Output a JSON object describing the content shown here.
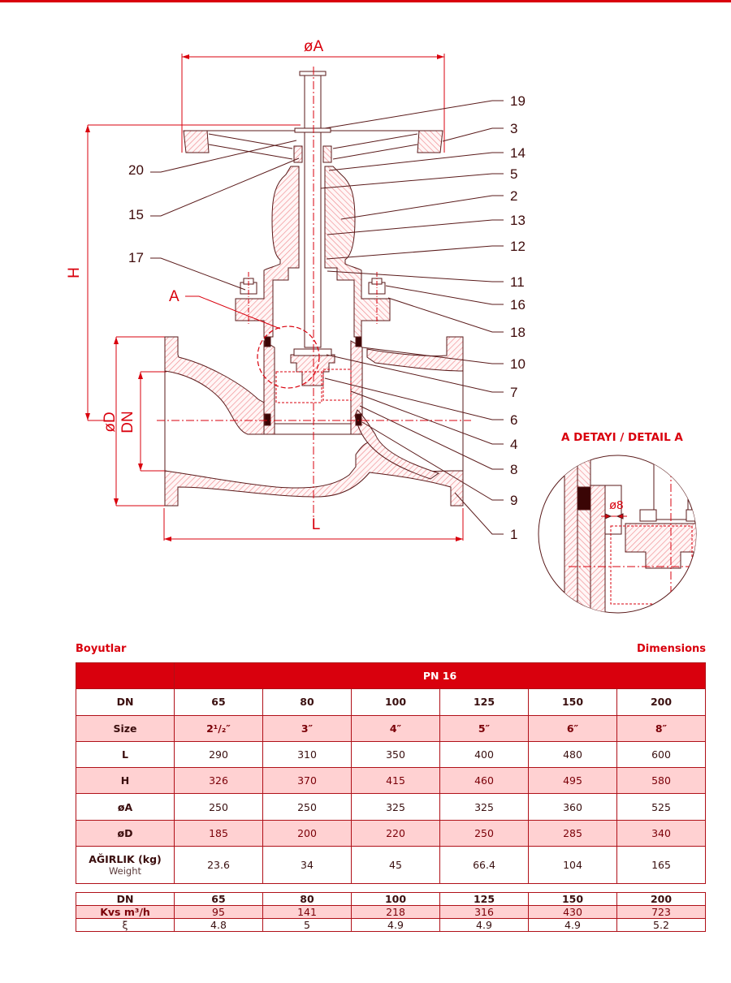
{
  "drawing": {
    "dimension_labels": {
      "handwheel_diameter": "øA",
      "height": "H",
      "flange_diameter": "øD",
      "nominal_diameter": "DN",
      "length": "L",
      "detail_marker": "A"
    },
    "callouts_left": [
      "20",
      "15",
      "17"
    ],
    "callouts_right": [
      "19",
      "3",
      "14",
      "5",
      "2",
      "13",
      "12",
      "11",
      "16",
      "18",
      "10",
      "7",
      "6",
      "4",
      "8",
      "9",
      "1"
    ],
    "detail": {
      "title": "A DETAYI / DETAIL A",
      "dimension": "ø8"
    },
    "colors": {
      "accent": "#d9000d",
      "line": "#5a1a1a",
      "hatch": "#f08a8e",
      "seal": "#3a0505"
    }
  },
  "section": {
    "left_title": "Boyutlar",
    "right_title": "Dimensions"
  },
  "dimensions_table": {
    "pressure_class": "PN 16",
    "rows": [
      {
        "label": "DN",
        "values": [
          "65",
          "80",
          "100",
          "125",
          "150",
          "200"
        ]
      },
      {
        "label": "Size",
        "values": [
          "2¹/₂″",
          "3″",
          "4″",
          "5″",
          "6″",
          "8″"
        ]
      },
      {
        "label": "L",
        "values": [
          "290",
          "310",
          "350",
          "400",
          "480",
          "600"
        ]
      },
      {
        "label": "H",
        "values": [
          "326",
          "370",
          "415",
          "460",
          "495",
          "580"
        ]
      },
      {
        "label": "øA",
        "values": [
          "250",
          "250",
          "325",
          "325",
          "360",
          "525"
        ]
      },
      {
        "label": "øD",
        "values": [
          "185",
          "200",
          "220",
          "250",
          "285",
          "340"
        ]
      },
      {
        "label": "AĞIRLIK (kg)",
        "sublabel": "Weight",
        "values": [
          "23.6",
          "34",
          "45",
          "66.4",
          "104",
          "165"
        ]
      }
    ]
  },
  "flow_table": {
    "rows": [
      {
        "label": "DN",
        "values": [
          "65",
          "80",
          "100",
          "125",
          "150",
          "200"
        ]
      },
      {
        "label": "Kvs m³/h",
        "values": [
          "95",
          "141",
          "218",
          "316",
          "430",
          "723"
        ]
      },
      {
        "label": "ξ",
        "values": [
          "4.8",
          "5",
          "4.9",
          "4.9",
          "4.9",
          "5.2"
        ]
      }
    ]
  }
}
